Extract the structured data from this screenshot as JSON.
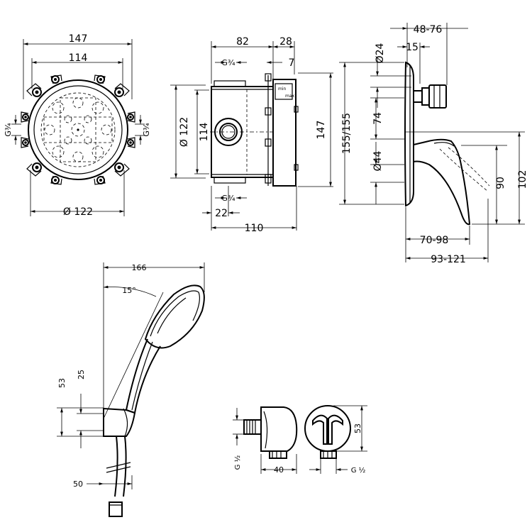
{
  "view1": {
    "width_147": "147",
    "width_114": "114",
    "g34_left": "G¾",
    "g34_right": "G¾",
    "diameter_122": "Ø 122"
  },
  "view2": {
    "dim_82": "82",
    "dim_28": "28",
    "g34_top": "G¾",
    "dim_7": "7",
    "dia_122": "Ø 122",
    "dim_114": "114",
    "dim_147": "147",
    "g34_bottom": "G¾",
    "dim_22": "22",
    "dim_110": "110",
    "label_min": "min",
    "label_max": "max"
  },
  "view3": {
    "dim_48_76": "48-76",
    "dim_15": "15",
    "dia_24": "Ø24",
    "dim_155": "155/155",
    "dim_74": "74",
    "dia_44": "Ø44",
    "dim_90": "90",
    "dim_102": "102",
    "dim_70_98": "70-98",
    "dim_93_121": "93-121"
  },
  "view4": {
    "dim_166": "166",
    "angle_15": "15°",
    "dim_53": "53",
    "dim_25": "25",
    "dim_50": "50"
  },
  "view5": {
    "g12_left": "G ½",
    "dim_40": "40",
    "dim_53": "53",
    "g12_right": "G ½"
  }
}
